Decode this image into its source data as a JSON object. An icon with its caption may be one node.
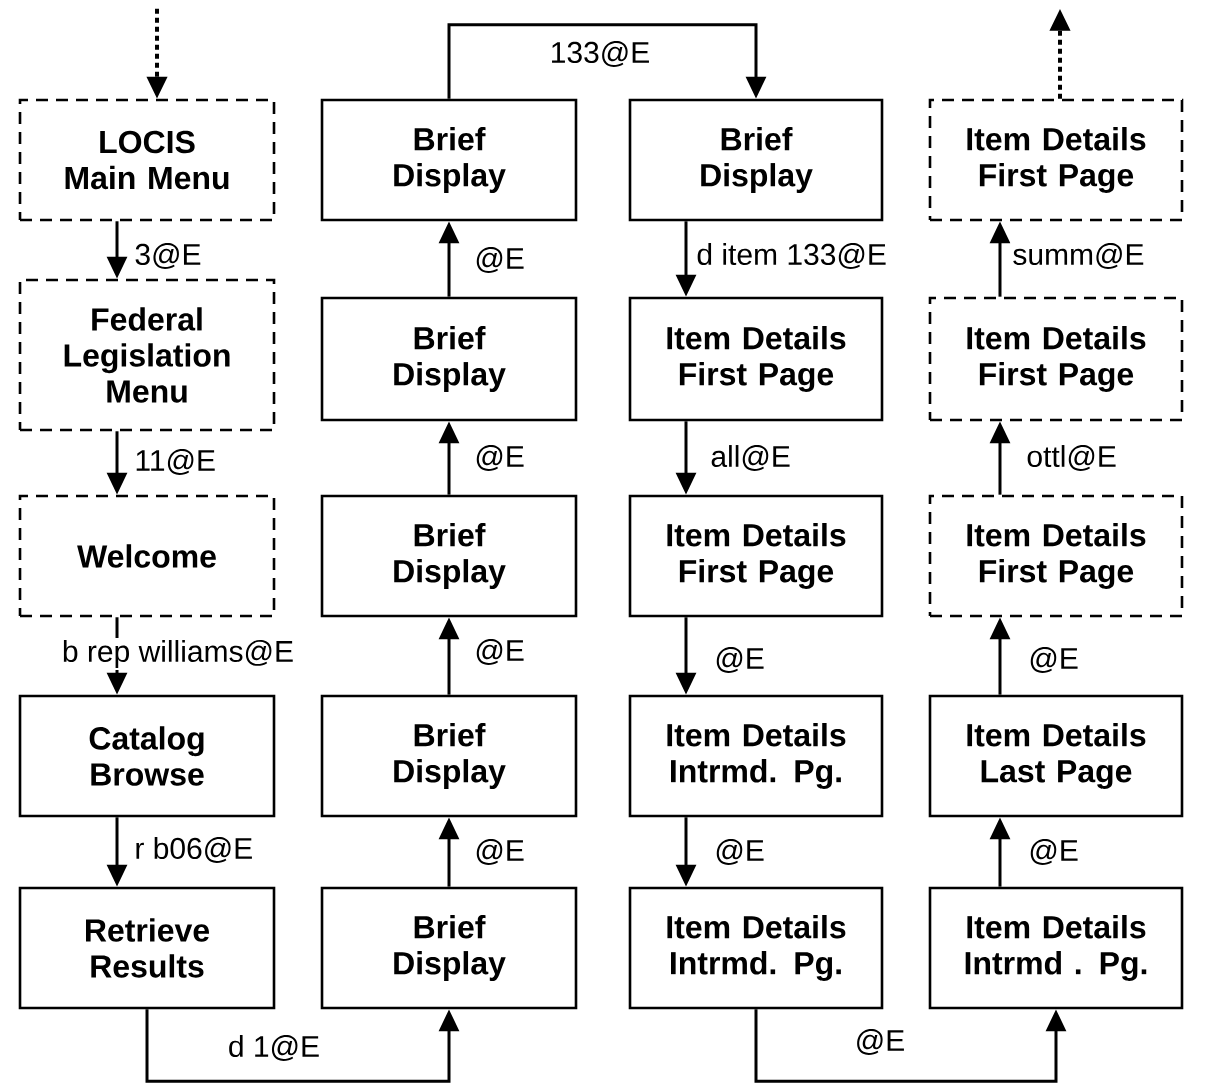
{
  "diagram": {
    "nodes": [
      {
        "text": [
          "LOCIS Main Menu"
        ]
      },
      {
        "text": [
          "Federal Legislation Menu"
        ]
      },
      {
        "text": [
          "Welcome"
        ]
      },
      {
        "text": [
          "Catalog Browse"
        ]
      },
      {
        "text": [
          "Retrieve Results"
        ]
      },
      {
        "text": [
          "Brief Display"
        ]
      },
      {
        "text": [
          "Brief Display"
        ]
      },
      {
        "text": [
          "Brief Display"
        ]
      },
      {
        "text": [
          "Brief Display"
        ]
      },
      {
        "text": [
          "Brief Display"
        ]
      },
      {
        "text": [
          "Brief Display"
        ]
      },
      {
        "text": [
          "Item Details First Page"
        ]
      },
      {
        "text": [
          "Item Details First Page"
        ]
      },
      {
        "text": [
          "Item Details Intrmd. Pg."
        ]
      },
      {
        "text": [
          "Item Details Intrmd. Pg."
        ]
      },
      {
        "text": [
          "Item Details First Page"
        ]
      },
      {
        "text": [
          "Item Details First Page"
        ]
      },
      {
        "text": [
          "Item Details First Page"
        ]
      },
      {
        "text": [
          "Item Details Last Page"
        ]
      },
      {
        "text": [
          "Item Details Intrmd . Pg."
        ]
      }
    ],
    "edges": [
      {
        "from": null,
        "to": 0,
        "arrow": "to",
        "style": "dashed"
      },
      {
        "from": 0,
        "to": 1,
        "arrow": "to",
        "label": "3@E"
      },
      {
        "from": 1,
        "to": 2,
        "arrow": "to",
        "label": "11@E"
      },
      {
        "from": 2,
        "to": 3,
        "arrow": "to",
        "label": "b rep williams@E"
      },
      {
        "from": 3,
        "to": 4,
        "arrow": "to",
        "label": "r b06@E"
      },
      {
        "from": 4,
        "to": 9,
        "arrow": "to",
        "label": "d 1@E"
      },
      {
        "from": 9,
        "to": 8,
        "arrow": "to",
        "label": "@E"
      },
      {
        "from": 8,
        "to": 7,
        "arrow": "to",
        "label": "@E"
      },
      {
        "from": 7,
        "to": 6,
        "arrow": "to",
        "label": "@E"
      },
      {
        "from": 6,
        "to": 5,
        "arrow": "to",
        "label": "@E"
      },
      {
        "from": 5,
        "to": 10,
        "arrow": "to",
        "label": "133@E"
      },
      {
        "from": 10,
        "to": 11,
        "arrow": "to",
        "label": "d item 133@E"
      },
      {
        "from": 11,
        "to": 12,
        "arrow": "to",
        "label": "all@E"
      },
      {
        "from": 12,
        "to": 13,
        "arrow": "to",
        "label": "@E"
      },
      {
        "from": 13,
        "to": 14,
        "arrow": "to",
        "label": "@E"
      },
      {
        "from": 14,
        "to": 19,
        "arrow": "to",
        "label": "@E"
      },
      {
        "from": 19,
        "to": 18,
        "arrow": "to",
        "label": "@E"
      },
      {
        "from": 18,
        "to": 17,
        "arrow": "to",
        "label": "@E"
      },
      {
        "from": 17,
        "to": 16,
        "arrow": "to",
        "label": "ottl@E"
      },
      {
        "from": 16,
        "to": 15,
        "arrow": "to",
        "label": "summ@E"
      },
      {
        "from": 15,
        "to": null,
        "arrow": "to",
        "style": "dashed"
      }
    ]
  }
}
